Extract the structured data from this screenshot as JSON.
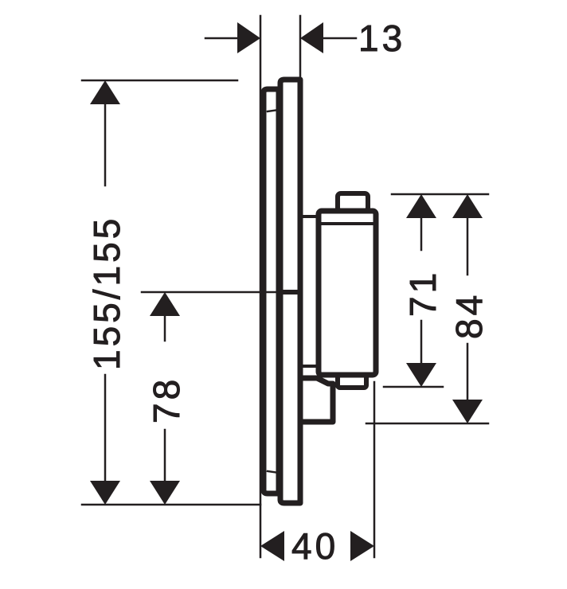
{
  "drawing": {
    "type": "technical dimension drawing (side view)",
    "line_color": "#231f20",
    "background": "#ffffff"
  },
  "dimensions": {
    "plate_depth": "13",
    "total_height": "155/155",
    "center_height": "78",
    "inner_body_height": "71",
    "outer_body_height": "84",
    "total_depth": "40"
  }
}
